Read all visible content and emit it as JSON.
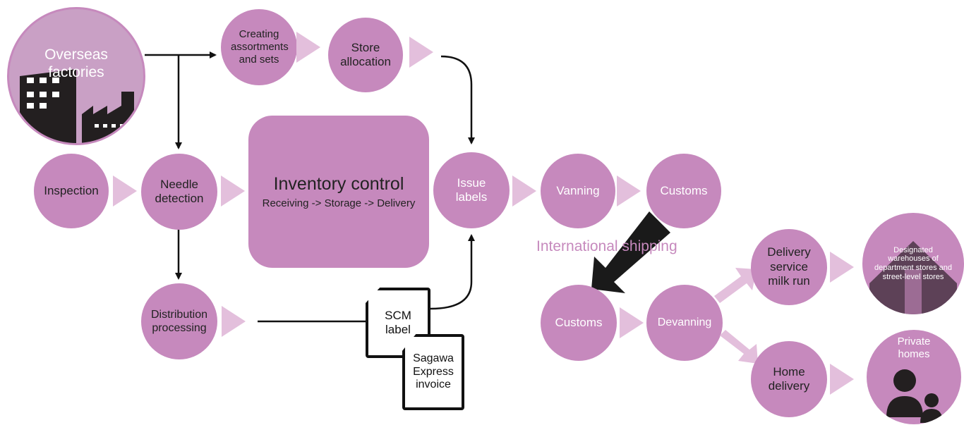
{
  "nodes": {
    "overseas_factories": "Overseas factories",
    "creating_assortments": "Creating assortments and sets",
    "store_allocation": "Store allocation",
    "inspection": "Inspection",
    "needle_detection": "Needle detection",
    "distribution_processing": "Distribution processing",
    "issue_labels": "Issue labels",
    "vanning": "Vanning",
    "customs_export": "Customs",
    "customs_import": "Customs",
    "devanning": "Devanning",
    "delivery_service": "Delivery service milk run",
    "home_delivery": "Home delivery",
    "designated_warehouses": "Designated warehouses of department stores and street-level stores",
    "private_homes": "Private homes"
  },
  "inventory_control": {
    "title": "Inventory control",
    "subtitle": "Receiving -> Storage -> Delivery"
  },
  "documents": {
    "scm_label": "SCM label",
    "sagawa_invoice": "Sagawa Express invoice"
  },
  "international_shipping": "International shipping",
  "colors": {
    "node_fill": "#c689bd",
    "arrow_light": "#e3bfdc",
    "line": "#111111",
    "shipping_text": "#c689bd"
  }
}
